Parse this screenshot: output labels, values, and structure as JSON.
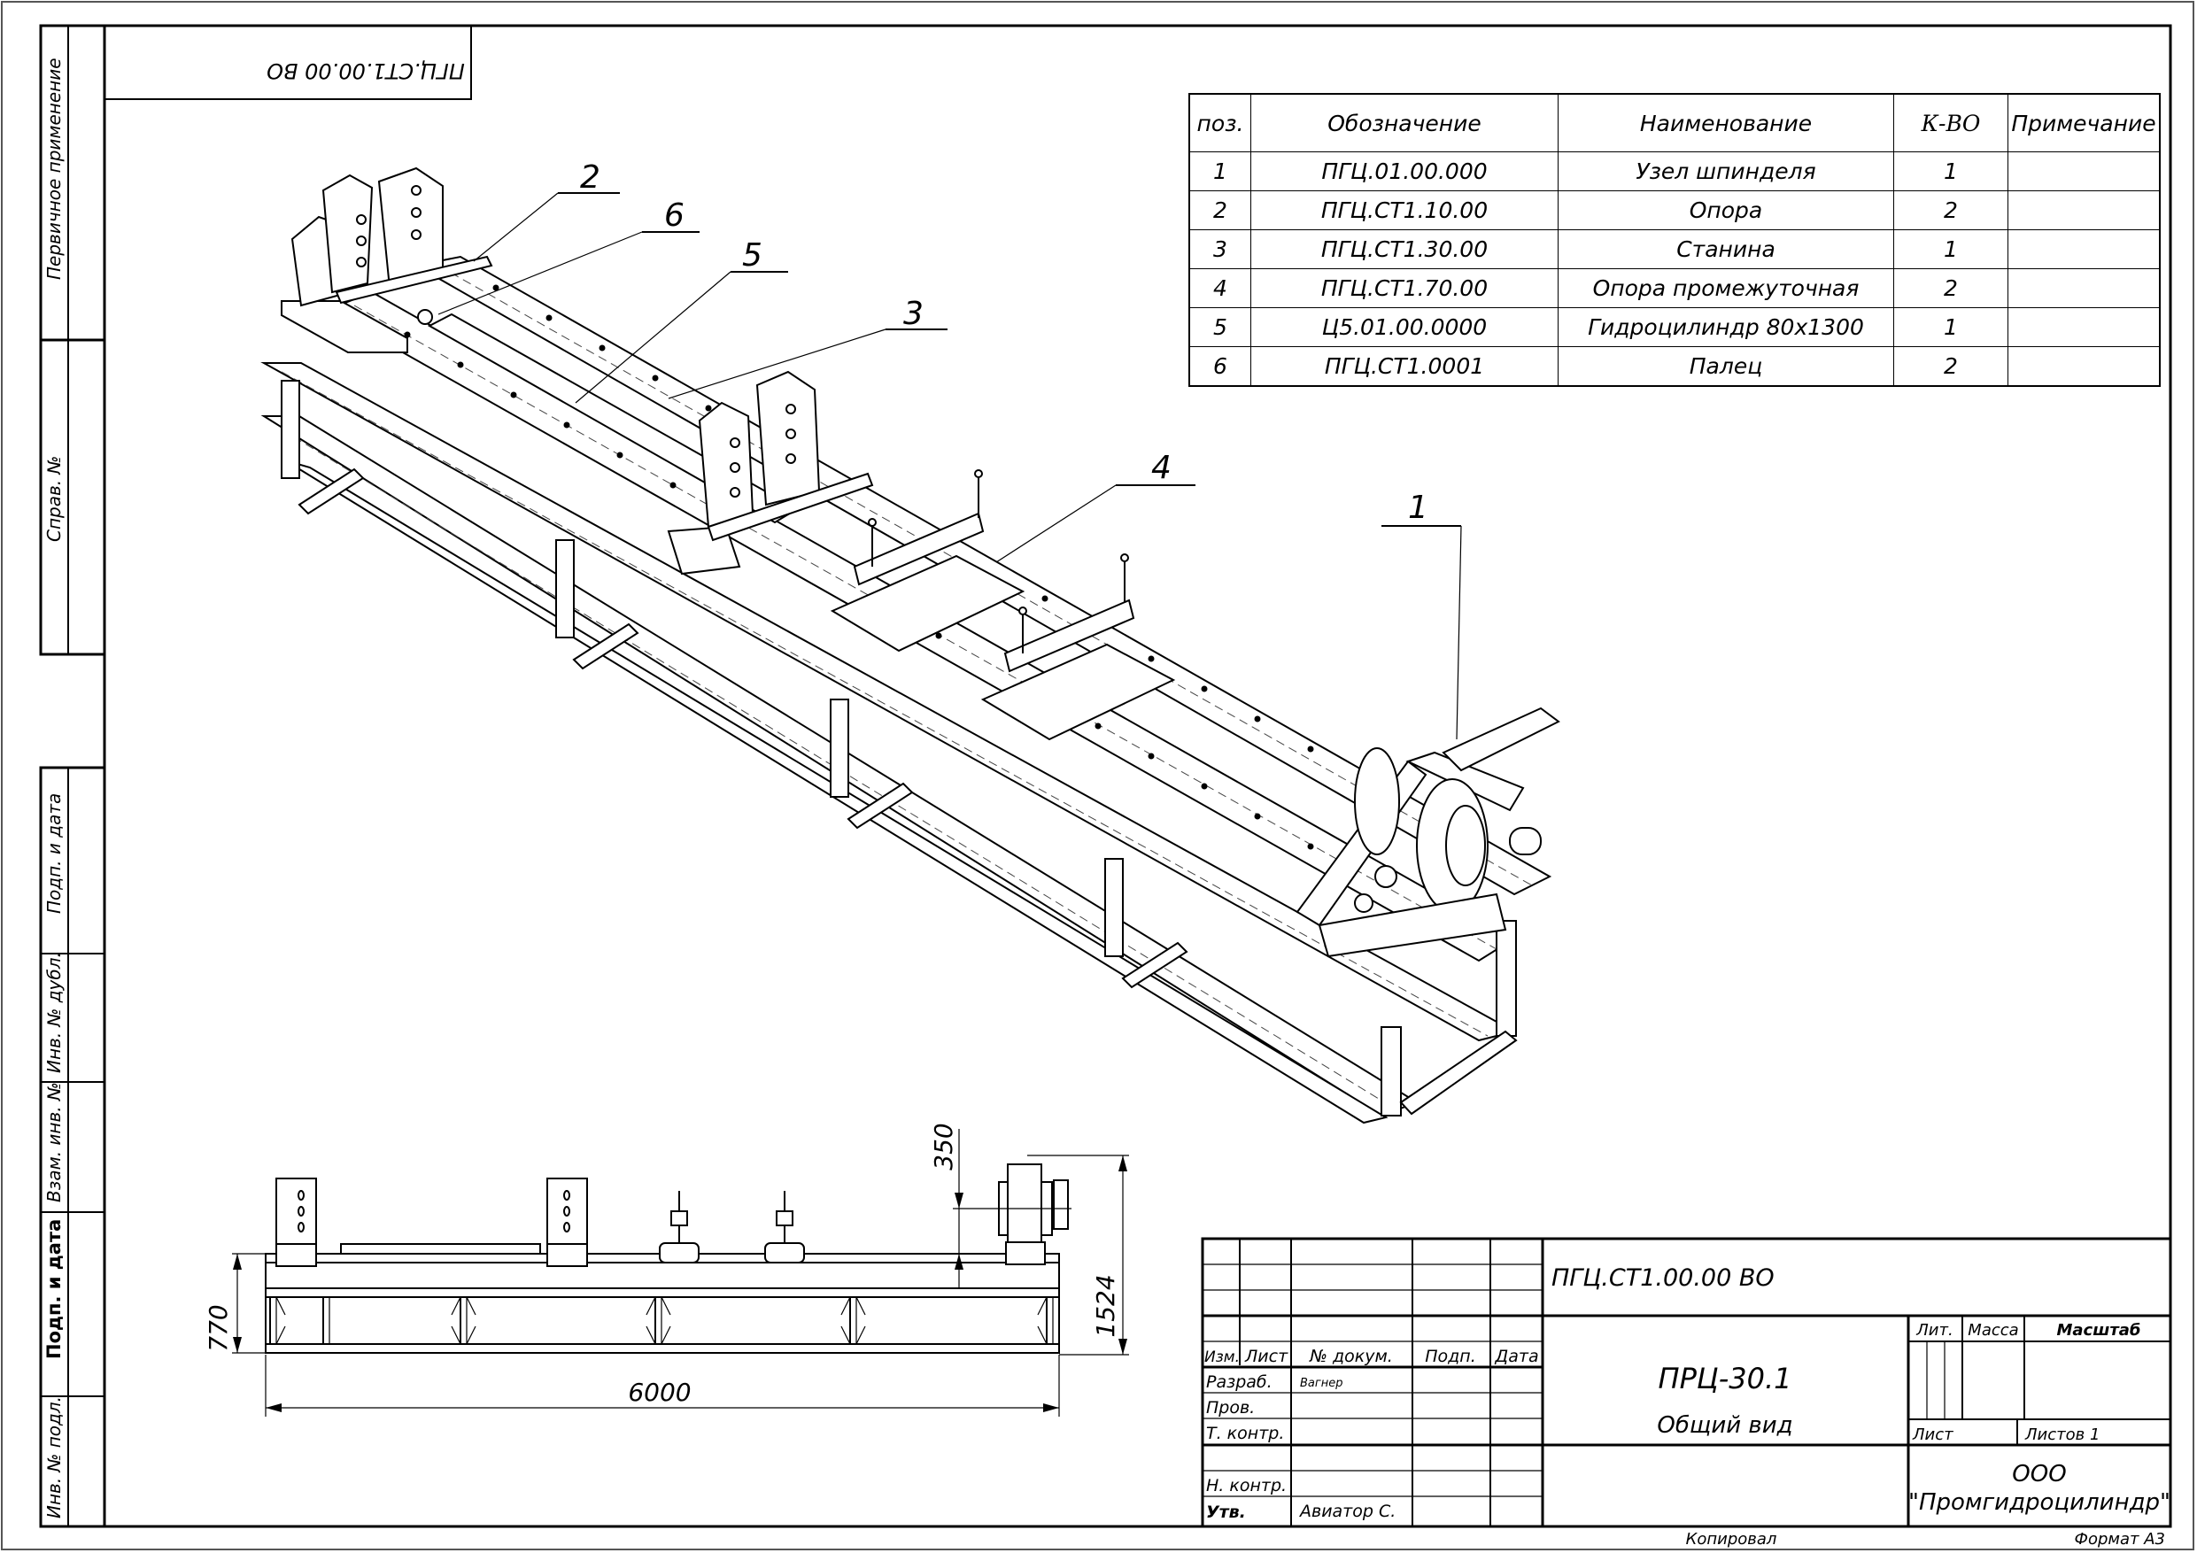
{
  "document": {
    "type": "Engineering assembly drawing (general view)",
    "stamp_rotated": "ПГЦ.СТ1.00.00 ВО"
  },
  "side_margin": {
    "labels": [
      "Первичное применение",
      "Справ. №",
      "Подп. и дата",
      "Инв. № дубл.",
      "Взам. инв. №",
      "Подп. и дата",
      "Инв. № подл."
    ]
  },
  "parts_table": {
    "headers": [
      "поз.",
      "Обозначение",
      "Наименование",
      "К-ВО",
      "Примечание"
    ],
    "rows": [
      {
        "pos": "1",
        "designation": "ПГЦ.01.00.000",
        "name": "Узел шпинделя",
        "qty": "1",
        "note": ""
      },
      {
        "pos": "2",
        "designation": "ПГЦ.СТ1.10.00",
        "name": "Опора",
        "qty": "2",
        "note": ""
      },
      {
        "pos": "3",
        "designation": "ПГЦ.СТ1.30.00",
        "name": "Станина",
        "qty": "1",
        "note": ""
      },
      {
        "pos": "4",
        "designation": "ПГЦ.СТ1.70.00",
        "name": "Опора промежуточная",
        "qty": "2",
        "note": ""
      },
      {
        "pos": "5",
        "designation": "Ц5.01.00.0000",
        "name": "Гидроцилиндр 80х1300",
        "qty": "1",
        "note": ""
      },
      {
        "pos": "6",
        "designation": "ПГЦ.СТ1.0001",
        "name": "Палец",
        "qty": "2",
        "note": ""
      }
    ]
  },
  "callouts": [
    "1",
    "2",
    "3",
    "4",
    "5",
    "6"
  ],
  "dimensions": {
    "length": "6000",
    "frame_height": "770",
    "total_height": "1524",
    "spindle_offset": "350"
  },
  "title_block": {
    "designation": "ПГЦ.СТ1.00.00 ВО",
    "product": "ПРЦ-30.1",
    "view_name": "Общий вид",
    "headers": {
      "izm": "Изм.",
      "list": "Лист",
      "doc_no": "№ докум.",
      "sign": "Подп.",
      "date": "Дата"
    },
    "roles": {
      "developer_label": "Разраб.",
      "developer_name": "Вагнер",
      "checker_label": "Пров.",
      "tech_control_label": "Т. контр.",
      "norm_control_label": "Н. контр.",
      "approver_label": "Утв.",
      "approver_name": "Авиатор С."
    },
    "lit_label": "Лит.",
    "mass_label": "Масса",
    "scale_label": "Масштаб",
    "sheet_label": "Лист",
    "sheets_label": "Листов 1",
    "company_line1": "ООО",
    "company_line2": "\"Промгидроцилиндр\"",
    "copied_label": "Копировал",
    "format_label": "Формат А3"
  }
}
